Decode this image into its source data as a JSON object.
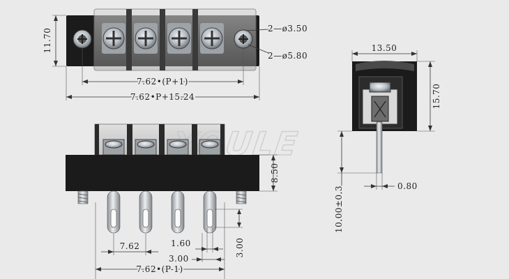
{
  "watermark": "YOULE",
  "top_view": {
    "height_label": "11.70",
    "hole_small_label": "2—ø3.50",
    "hole_large_label": "2—ø5.80",
    "pitch_label": "7.62•(P+1)",
    "total_label": "7.62•P+15.24"
  },
  "side_view": {
    "width_label": "13.50",
    "height_label": "15.70",
    "pin_length_label": "10.00±0.3",
    "pin_thickness_label": "0.80"
  },
  "front_view": {
    "body_height_label": "8.50",
    "pitch_label": "7.62",
    "slot_width_label": "1.60",
    "slot_spacing_label": "3.00",
    "slot_height_label": "3.00",
    "span_label": "7.62•(P-1)"
  },
  "colors": {
    "background": "#ebeaea",
    "body": "#1b1b1b",
    "dimension_line": "#333333",
    "metal": "#b8bcc2"
  }
}
